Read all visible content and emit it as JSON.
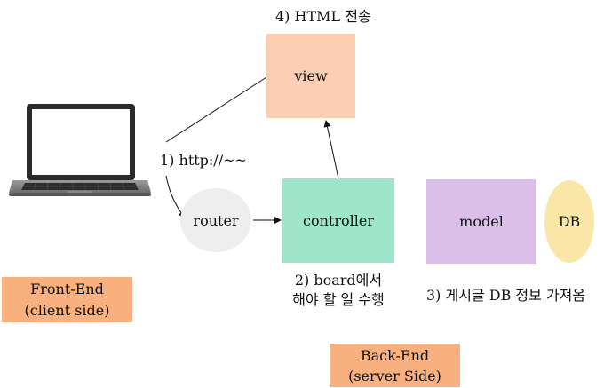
{
  "labels": {
    "step4": "4) HTML 전송",
    "view": "view",
    "step1": "1) http://~~",
    "router": "router",
    "controller": "controller",
    "model": "model",
    "db": "DB",
    "step2_line1": "2) board에서",
    "step2_line2": "해야 할 일 수행",
    "step3": "3) 게시글 DB 정보 가져옴",
    "frontend_line1": "Front-End",
    "frontend_line2": "(client side)",
    "backend_line1": "Back-End",
    "backend_line2": "(server Side)"
  },
  "colors": {
    "view": "#fcceb4",
    "controller": "#9ee6c9",
    "model": "#dcbfe8",
    "db": "#fae6a6",
    "router": "#eeeeee",
    "frontend": "#f7b07e",
    "backend": "#f7b07e"
  },
  "icons": {
    "laptop": "laptop-icon"
  }
}
